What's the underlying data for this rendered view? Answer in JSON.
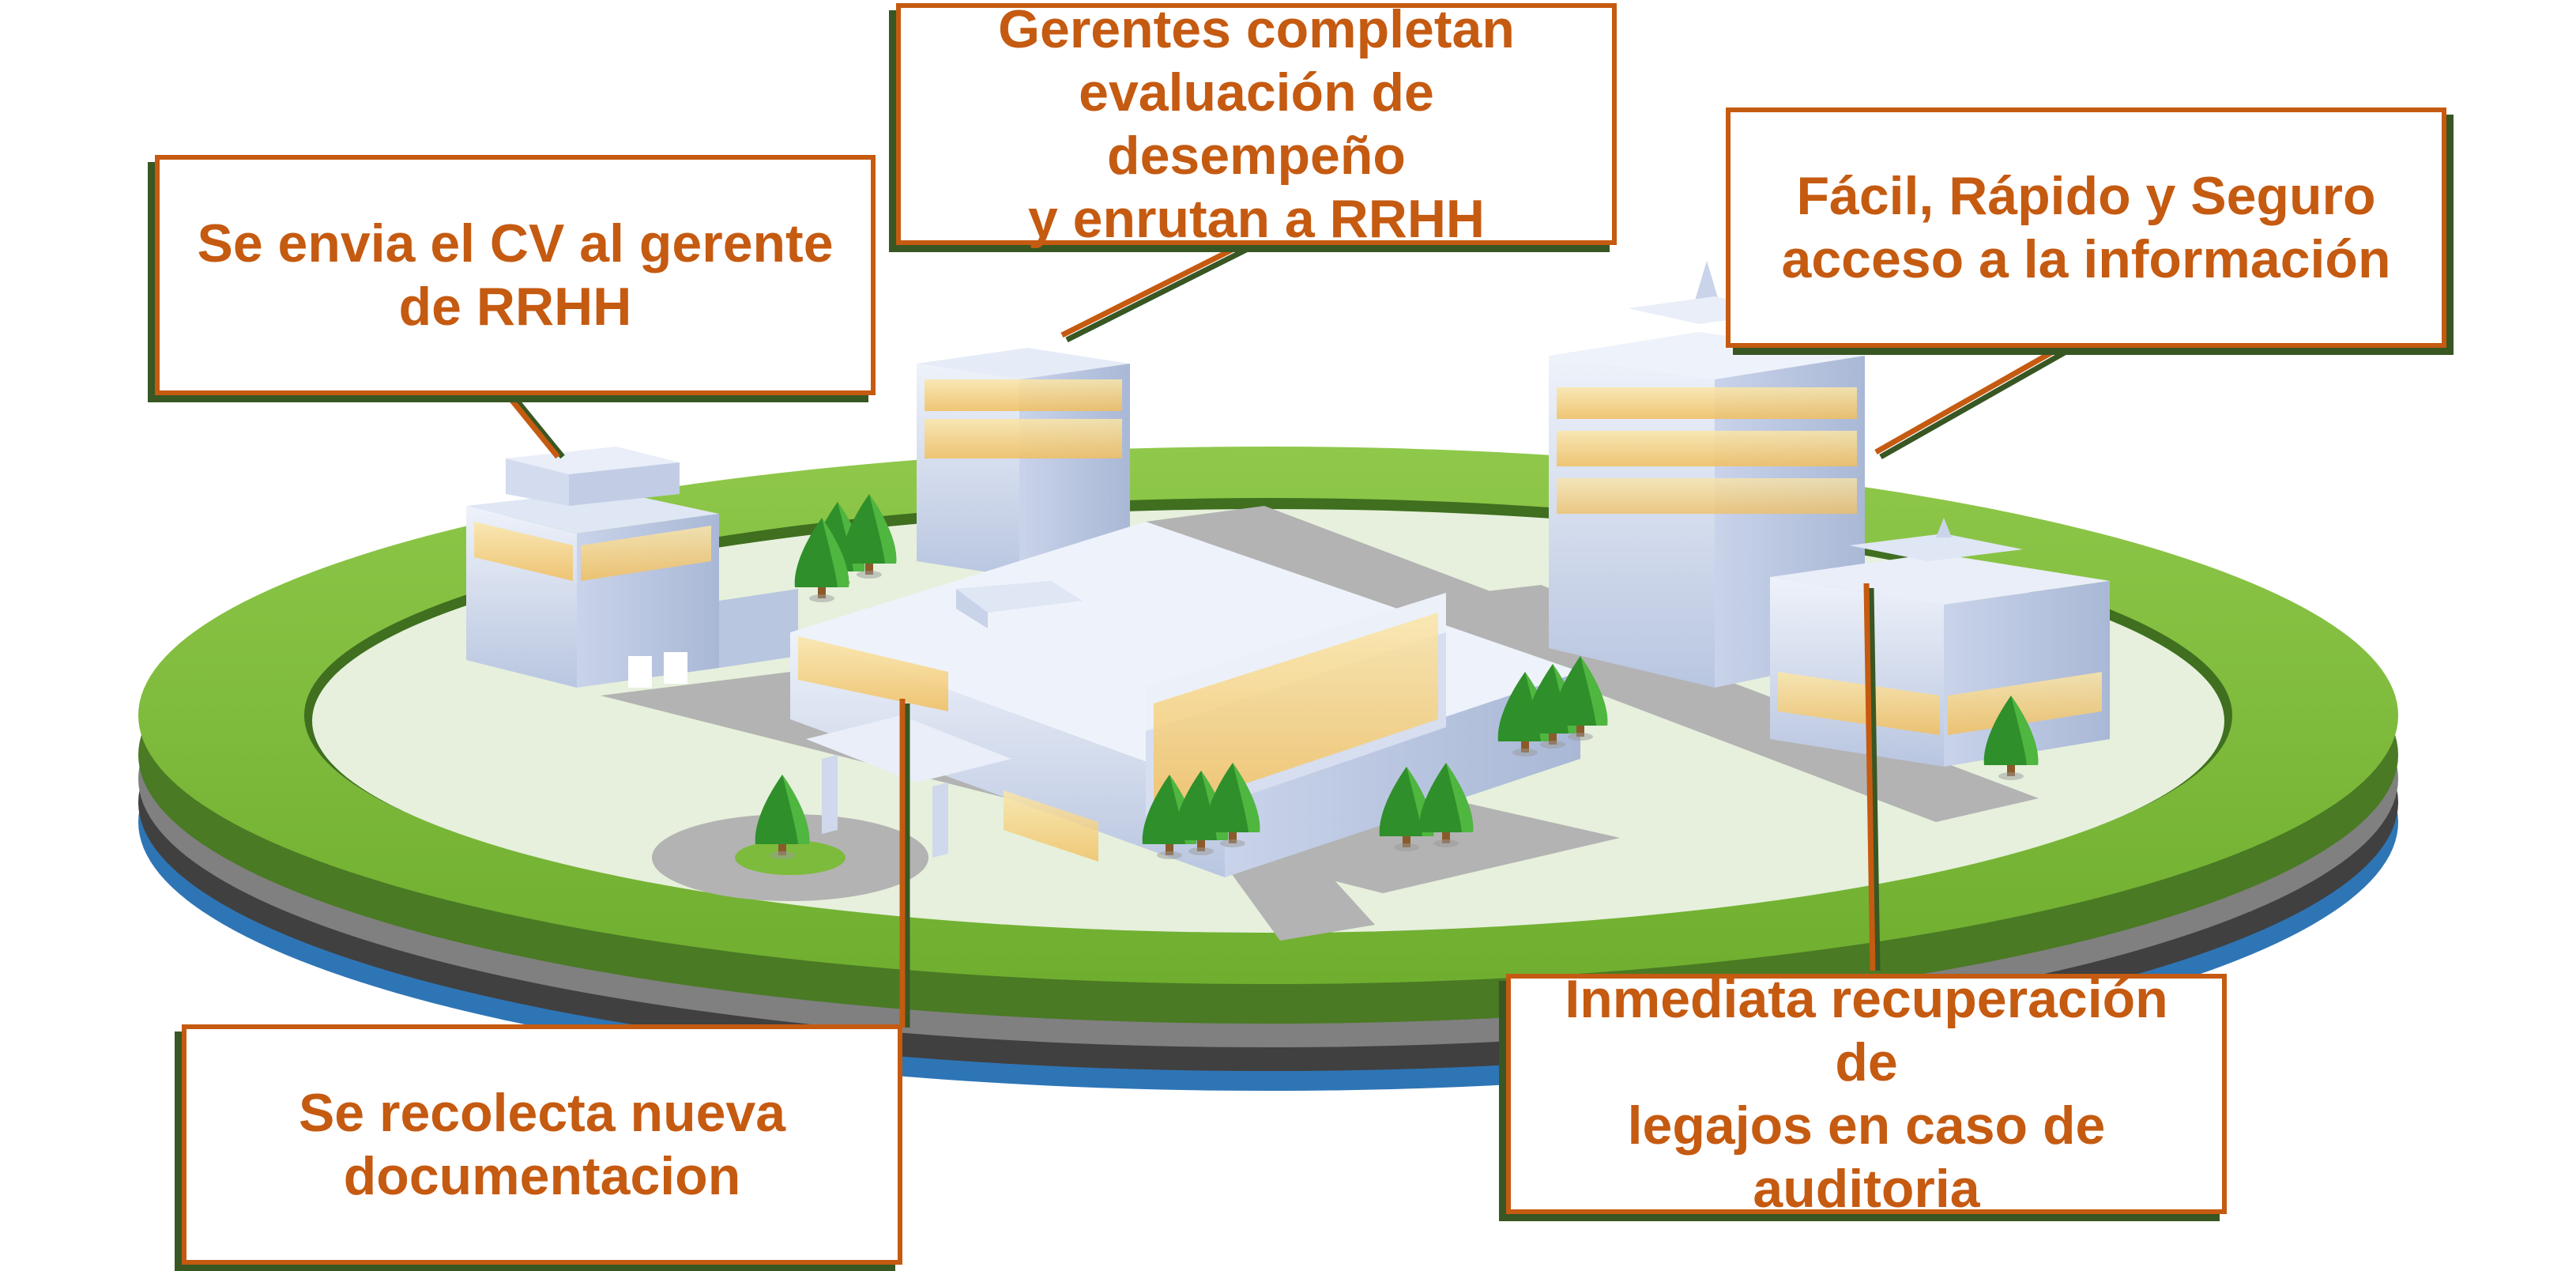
{
  "colors": {
    "accent_text": "#c55a11",
    "callout_border": "#c55a11",
    "callout_shadow": "#385723",
    "platform_green": "#7dbb3c",
    "platform_dark_green": "#4a7a24",
    "platform_gray": "#7f7f7f",
    "platform_charcoal": "#404040",
    "platform_blue": "#2e75b6",
    "ground": "#e6f0dc",
    "road": "#b3b3b3",
    "glass": "#cfd8ec",
    "window_glow": "#f7d37a"
  },
  "icons": [
    "building-icon",
    "tree-icon",
    "hospital-icon",
    "tower-icon"
  ],
  "callouts": {
    "cv": {
      "text": "Se envia el CV al gerente\nde RRHH"
    },
    "evaluation": {
      "text": "Gerentes completan\nevaluación de desempeño\ny enrutan a RRHH"
    },
    "access": {
      "text": "Fácil, Rápido y Seguro\nacceso a la información"
    },
    "documentation": {
      "text": "Se recolecta nueva\ndocumentacion"
    },
    "audit": {
      "text": "Inmediata recuperación de\nlegajos en caso de\nauditoria"
    }
  }
}
